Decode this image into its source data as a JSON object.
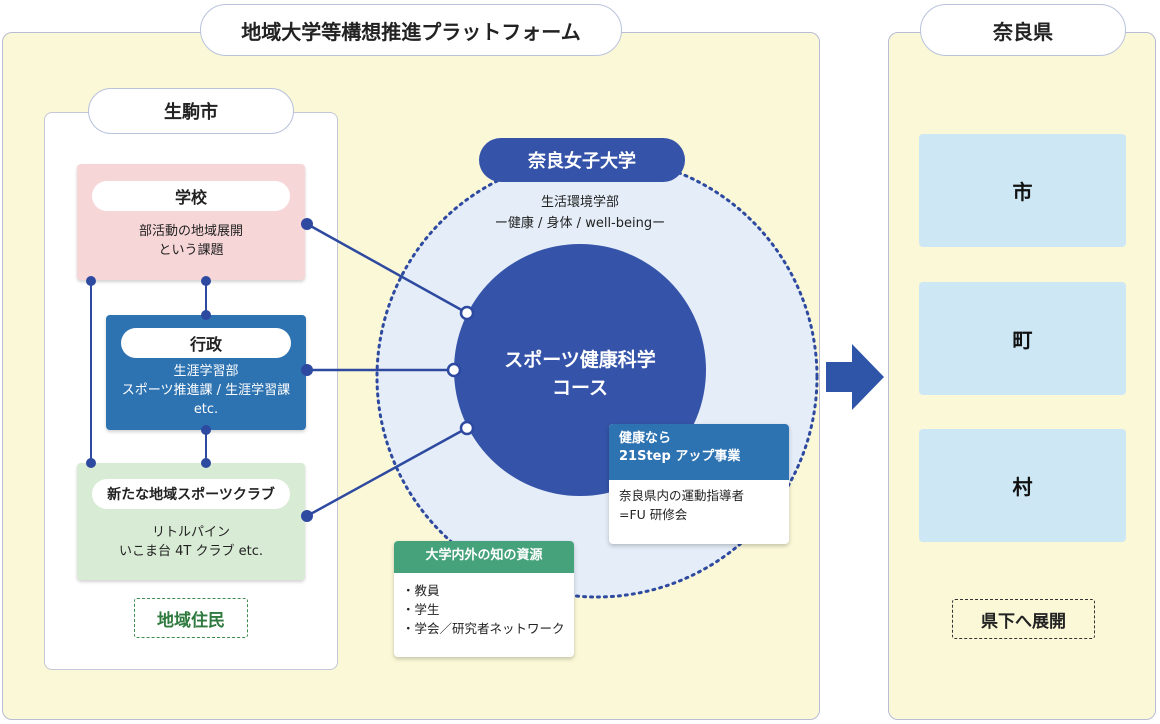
{
  "platform": {
    "title": "地域大学等構想推進プラットフォーム"
  },
  "ikoma": {
    "title": "生駒市",
    "school": {
      "title": "学校",
      "body": "部活動の地域展開\nという課題"
    },
    "admin": {
      "title": "行政",
      "body": "生涯学習部\nスポーツ推進課 / 生涯学習課\netc."
    },
    "club": {
      "title": "新たな地域スポーツクラブ",
      "body": "リトルパイン\nいこま台 4T クラブ etc."
    },
    "residents": "地域住民"
  },
  "university": {
    "name": "奈良女子大学",
    "faculty": "生活環境学部",
    "subtitle": "ー健康 / 身体 / well-beingー",
    "course_line1": "スポーツ健康科学",
    "course_line2": "コース"
  },
  "project": {
    "header": "健康なら\n21Step アップ事業",
    "body": "奈良県内の運動指導者\n=FU 研修会"
  },
  "resources": {
    "header": "大学内外の知の資源",
    "items": [
      "・教員",
      "・学生",
      "・学会／研究者ネットワーク"
    ]
  },
  "prefecture": {
    "title": "奈良県",
    "municipalities": [
      "市",
      "町",
      "村"
    ],
    "expansion": "県下へ展開"
  },
  "colors": {
    "panel_bg": "#fbf8d7",
    "school": "#f7d6d8",
    "admin": "#2d72b1",
    "club": "#d8ebd4",
    "circle": "#3553a8",
    "municipality": "#cde7f4",
    "resources_header": "#45a27b",
    "project_header": "#2d72b1"
  }
}
